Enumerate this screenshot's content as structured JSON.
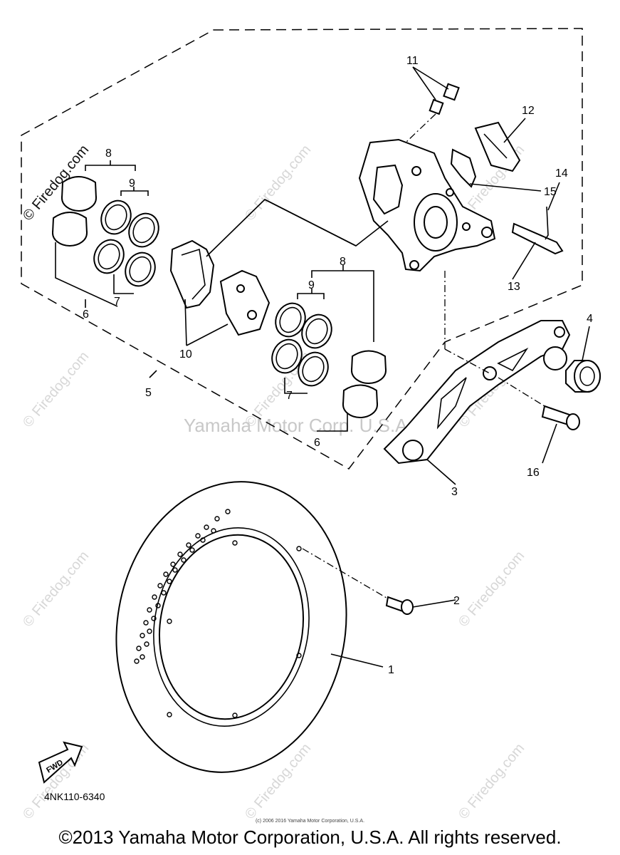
{
  "watermark_text": "© Firedog.com",
  "center_watermark": "Yamaha Motor Corp. U.S.A.",
  "diagram_code": "4NK110-6340",
  "tiny_copyright": "(c) 2006 2016 Yamaha Motor Corporation, U.S.A.",
  "copyright": "©2013 Yamaha Motor Corporation, U.S.A. All rights reserved.",
  "fwd_label": "FWD",
  "callouts": {
    "c1": "1",
    "c2": "2",
    "c3": "3",
    "c4": "4",
    "c5": "5",
    "c6a": "6",
    "c6b": "6",
    "c7a": "7",
    "c7b": "7",
    "c8a": "8",
    "c8b": "8",
    "c9a": "9",
    "c9b": "9",
    "c10": "10",
    "c11": "11",
    "c12": "12",
    "c13": "13",
    "c14": "14",
    "c15": "15",
    "c16": "16"
  }
}
